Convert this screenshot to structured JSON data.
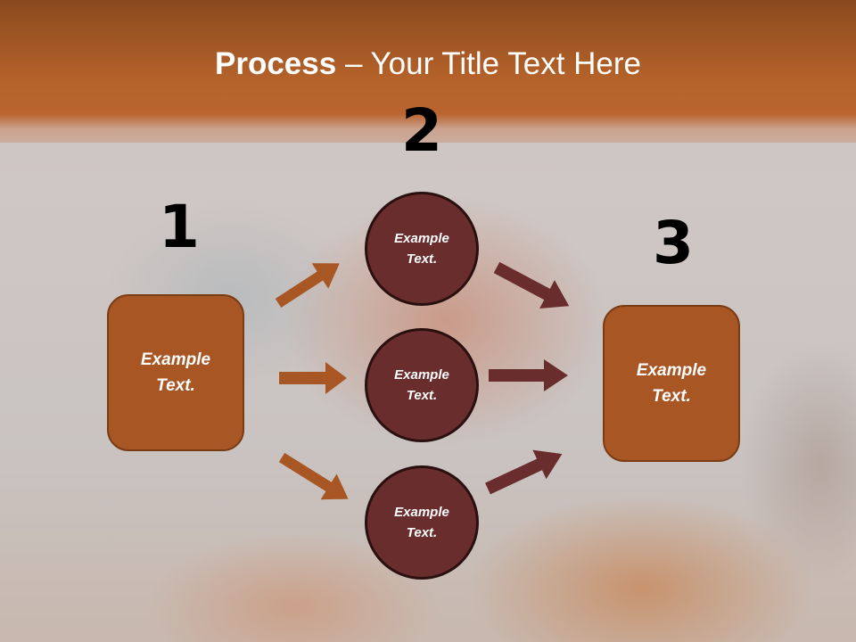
{
  "slide": {
    "title_bold": "Process",
    "title_rest": " – Your Title Text Here",
    "colors": {
      "header": "#b5622a",
      "box_fill": "#a85623",
      "circle_fill": "#6a2d2d",
      "arrow_left": "#a85623",
      "arrow_right": "#6a2d2d"
    }
  },
  "steps": [
    {
      "number": "1",
      "label": "Example Text."
    },
    {
      "number": "2",
      "circles": [
        {
          "label": "Example Text."
        },
        {
          "label": "Example Text."
        },
        {
          "label": "Example Text."
        }
      ]
    },
    {
      "number": "3",
      "label": "Example Text."
    }
  ]
}
